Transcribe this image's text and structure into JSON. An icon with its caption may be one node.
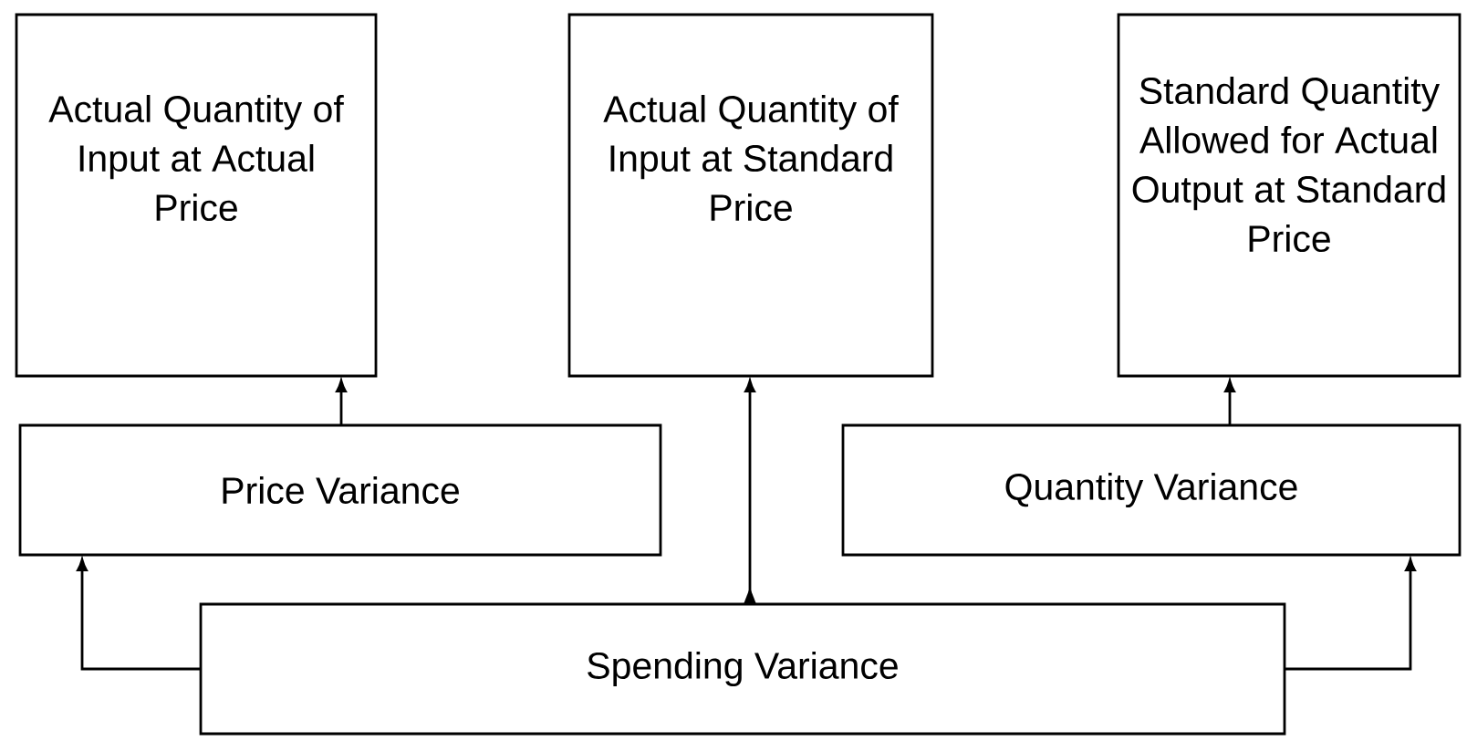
{
  "diagram": {
    "nodes": [
      {
        "text": [
          "Actual Quantity of Input at Actual Price"
        ]
      },
      {
        "text": [
          "Actual Quantity of Input at Standard Price"
        ]
      },
      {
        "text": [
          "Standard Quantity Allowed for Actual Output at Standard Price"
        ]
      },
      {
        "text": [
          "Price Variance"
        ]
      },
      {
        "text": [
          "Quantity Variance"
        ]
      },
      {
        "text": [
          "Spending Variance"
        ]
      }
    ],
    "edges": [
      {
        "from": 3,
        "to": 0,
        "arrow": "to"
      },
      {
        "from": 4,
        "to": 2,
        "arrow": "to"
      },
      {
        "from": 5,
        "to": 1,
        "arrow": "to"
      },
      {
        "from": 5,
        "to": 3,
        "arrow": "to"
      },
      {
        "from": 5,
        "to": 4,
        "arrow": "to"
      }
    ]
  }
}
